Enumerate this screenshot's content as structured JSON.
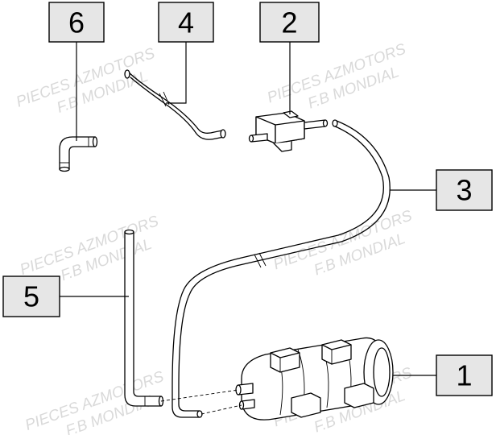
{
  "watermark": {
    "line1": "PIECES AZMOTORS",
    "line2": "F.B MONDIAL"
  },
  "callouts": [
    {
      "number": "6"
    },
    {
      "number": "4"
    },
    {
      "number": "2"
    },
    {
      "number": "3"
    },
    {
      "number": "5"
    },
    {
      "number": "1"
    }
  ]
}
